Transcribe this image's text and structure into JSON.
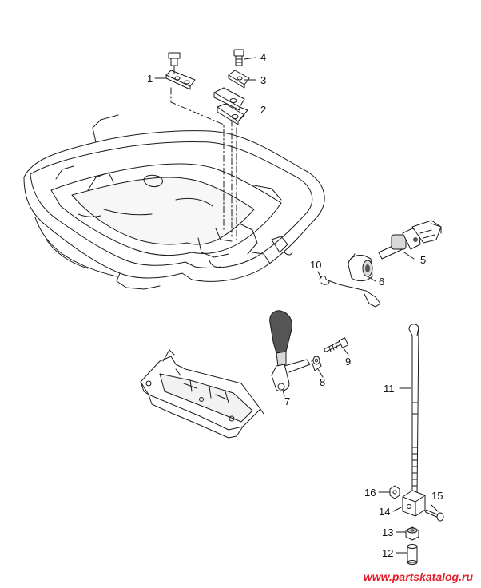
{
  "callouts": {
    "n1": "1",
    "n2": "2",
    "n3": "3",
    "n4": "4",
    "n5": "5",
    "n6": "6",
    "n7": "7",
    "n8": "8",
    "n9": "9",
    "n10": "10",
    "n11": "11",
    "n12": "12",
    "n13": "13",
    "n14": "14",
    "n15": "15",
    "n16": "16"
  },
  "watermark": "www.partskatalog.ru",
  "colors": {
    "line": "#1a1a1a",
    "part_fill": "#ffffff",
    "shade": "#d9d9d9",
    "dark": "#555555",
    "watermark": "#e0202c"
  }
}
